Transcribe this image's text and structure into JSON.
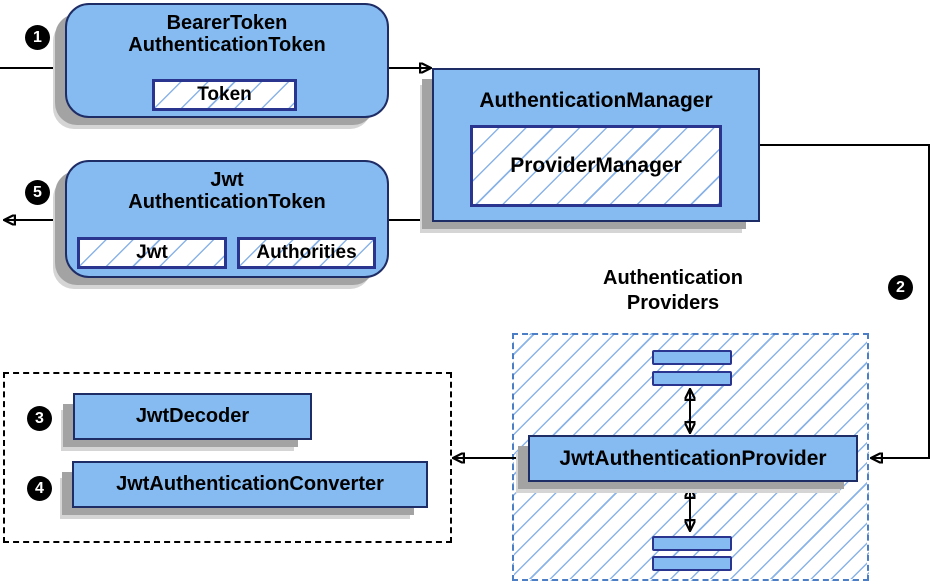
{
  "nodes": {
    "bearer_token": {
      "title_line1": "BearerToken",
      "title_line2": "AuthenticationToken",
      "chip_token": "Token"
    },
    "authentication_manager": {
      "title": "AuthenticationManager",
      "chip_provider_manager": "ProviderManager"
    },
    "jwt_authentication_token": {
      "title_line1": "Jwt",
      "title_line2": "AuthenticationToken",
      "chip_jwt": "Jwt",
      "chip_authorities": "Authorities"
    },
    "authentication_providers": {
      "label_line1": "Authentication",
      "label_line2": "Providers"
    },
    "jwt_authentication_provider": {
      "title": "JwtAuthenticationProvider"
    },
    "jwt_decoder": {
      "title": "JwtDecoder"
    },
    "jwt_authentication_converter": {
      "title": "JwtAuthenticationConverter"
    }
  },
  "steps": {
    "step1": "1",
    "step2": "2",
    "step3": "3",
    "step4": "4",
    "step5": "5"
  },
  "colors": {
    "node_fill": "#85bbf0",
    "node_border": "#1f2d66",
    "chip_border": "#2a3590",
    "hatch_line": "#8ab4e8",
    "dashed_blue_border": "#4b7ec5",
    "dashed_black_border": "#000000",
    "shadow_dark": "#a3a3a3",
    "shadow_light": "#d5d5d5",
    "arrow": "#000000",
    "step_bg": "#000000",
    "step_fg": "#ffffff"
  }
}
